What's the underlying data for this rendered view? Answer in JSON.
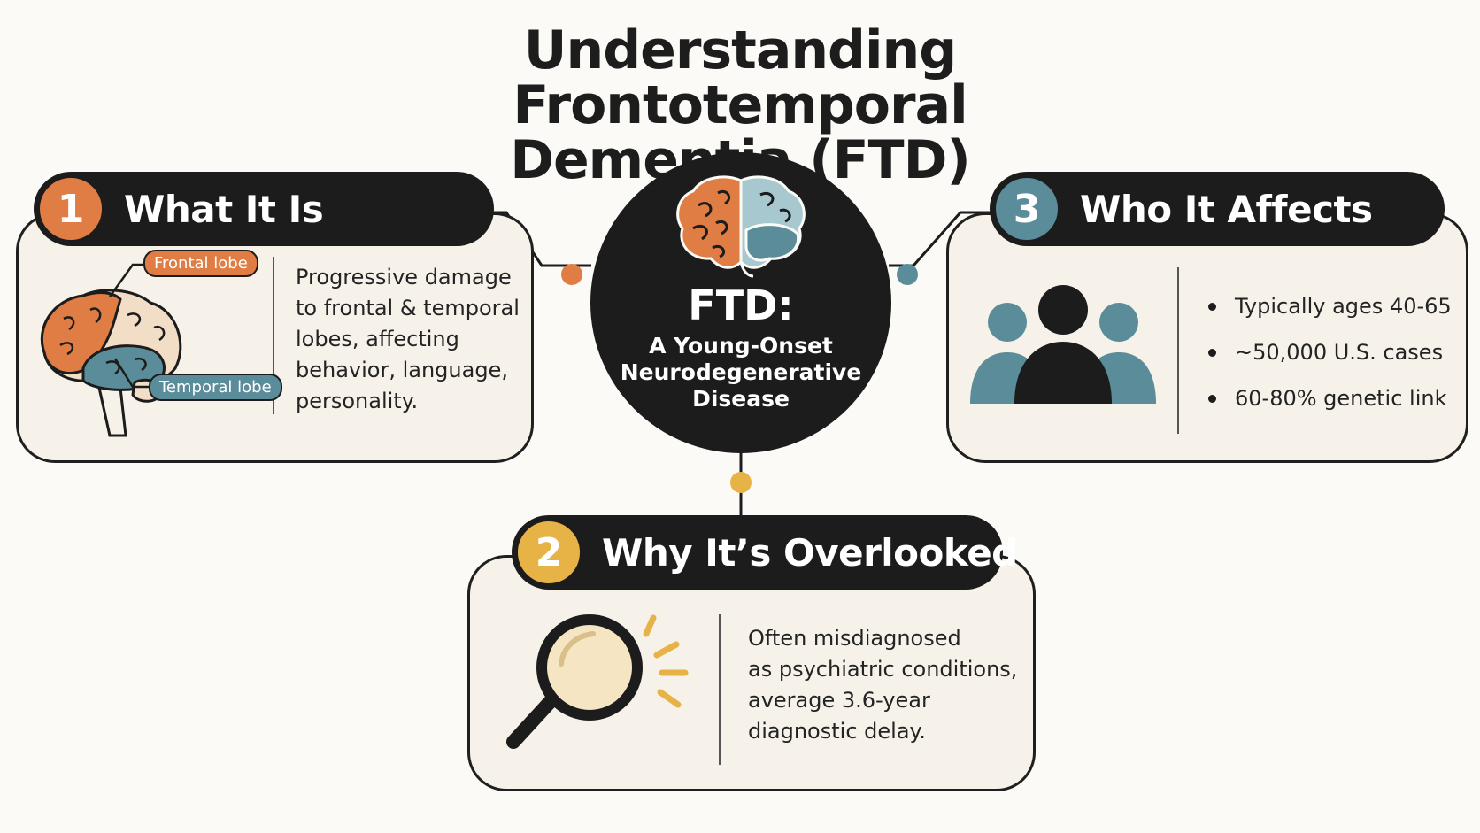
{
  "title": {
    "line1": "Understanding Frontotemporal",
    "line2": "Dementia (FTD)"
  },
  "center": {
    "heading": "FTD:",
    "subtitle": "A Young-Onset Neurodegenerative Disease",
    "icon": "brain-icon"
  },
  "sections": {
    "what_it_is": {
      "number": "1",
      "title": "What It Is",
      "icon": "brain-lobes-icon",
      "labels": {
        "frontal": "Frontal lobe",
        "temporal": "Temporal lobe"
      },
      "body": [
        "Progressive damage",
        "to frontal & temporal",
        "lobes, affecting",
        "behavior, language,",
        "personality."
      ]
    },
    "why_overlooked": {
      "number": "2",
      "title": "Why It’s Overlooked",
      "icon": "magnifying-glass-icon",
      "body": [
        "Often misdiagnosed",
        "as psychiatric conditions,",
        "average 3.6-year",
        "diagnostic delay."
      ]
    },
    "who_affects": {
      "number": "3",
      "title": "Who It Affects",
      "icon": "people-group-icon",
      "bullets": [
        "Typically ages 40-65",
        "~50,000 U.S. cases",
        "60-80% genetic link"
      ]
    }
  },
  "colors": {
    "orange": "#e07d45",
    "yellow": "#e7b347",
    "teal": "#5a8c99",
    "dark": "#1c1c1c",
    "card": "#f6f1e9",
    "title_rule": "#e5d5b8"
  }
}
